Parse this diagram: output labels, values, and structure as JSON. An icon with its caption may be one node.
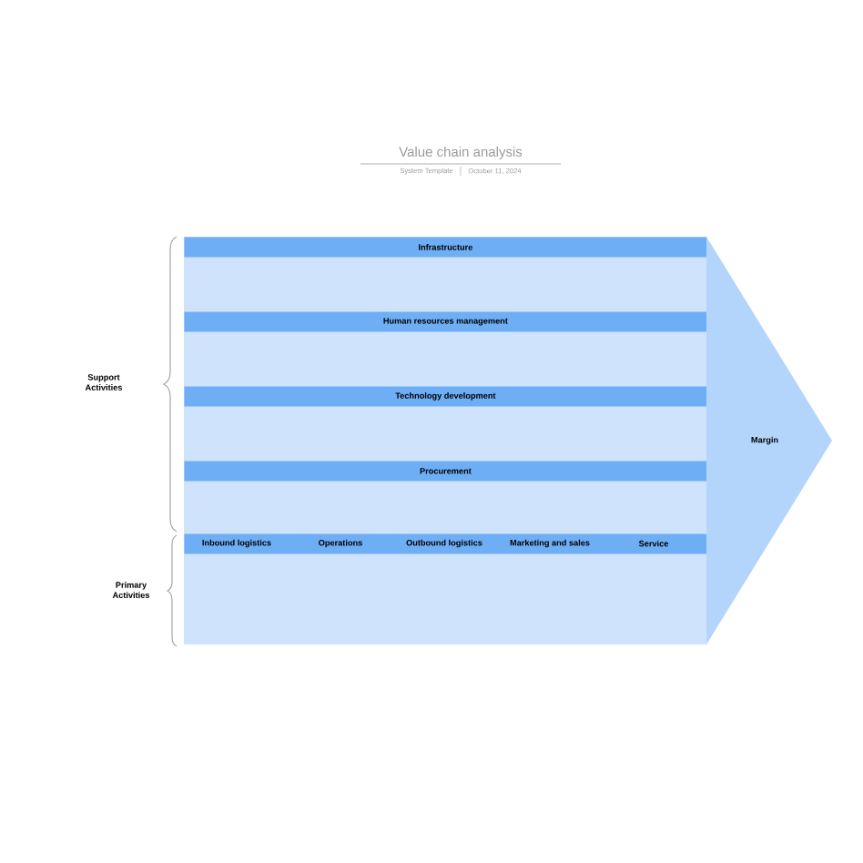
{
  "diagram": {
    "title": "Value chain analysis",
    "nodes": [
      {
        "text": [
          "Infrastructure"
        ]
      },
      {
        "text": [
          "Human resources management"
        ]
      },
      {
        "text": [
          "Technology development"
        ]
      },
      {
        "text": [
          "Procurement"
        ]
      },
      {
        "text": [
          "Inbound logistics",
          "Operations",
          "Outbound logistics",
          "Marketing and sales",
          "Service"
        ]
      },
      {
        "text": [
          "Margin"
        ]
      }
    ],
    "edges": [],
    "labels": [
      "System Template",
      "October 11, 2024",
      "Support Activities",
      "Primary Activities"
    ]
  }
}
